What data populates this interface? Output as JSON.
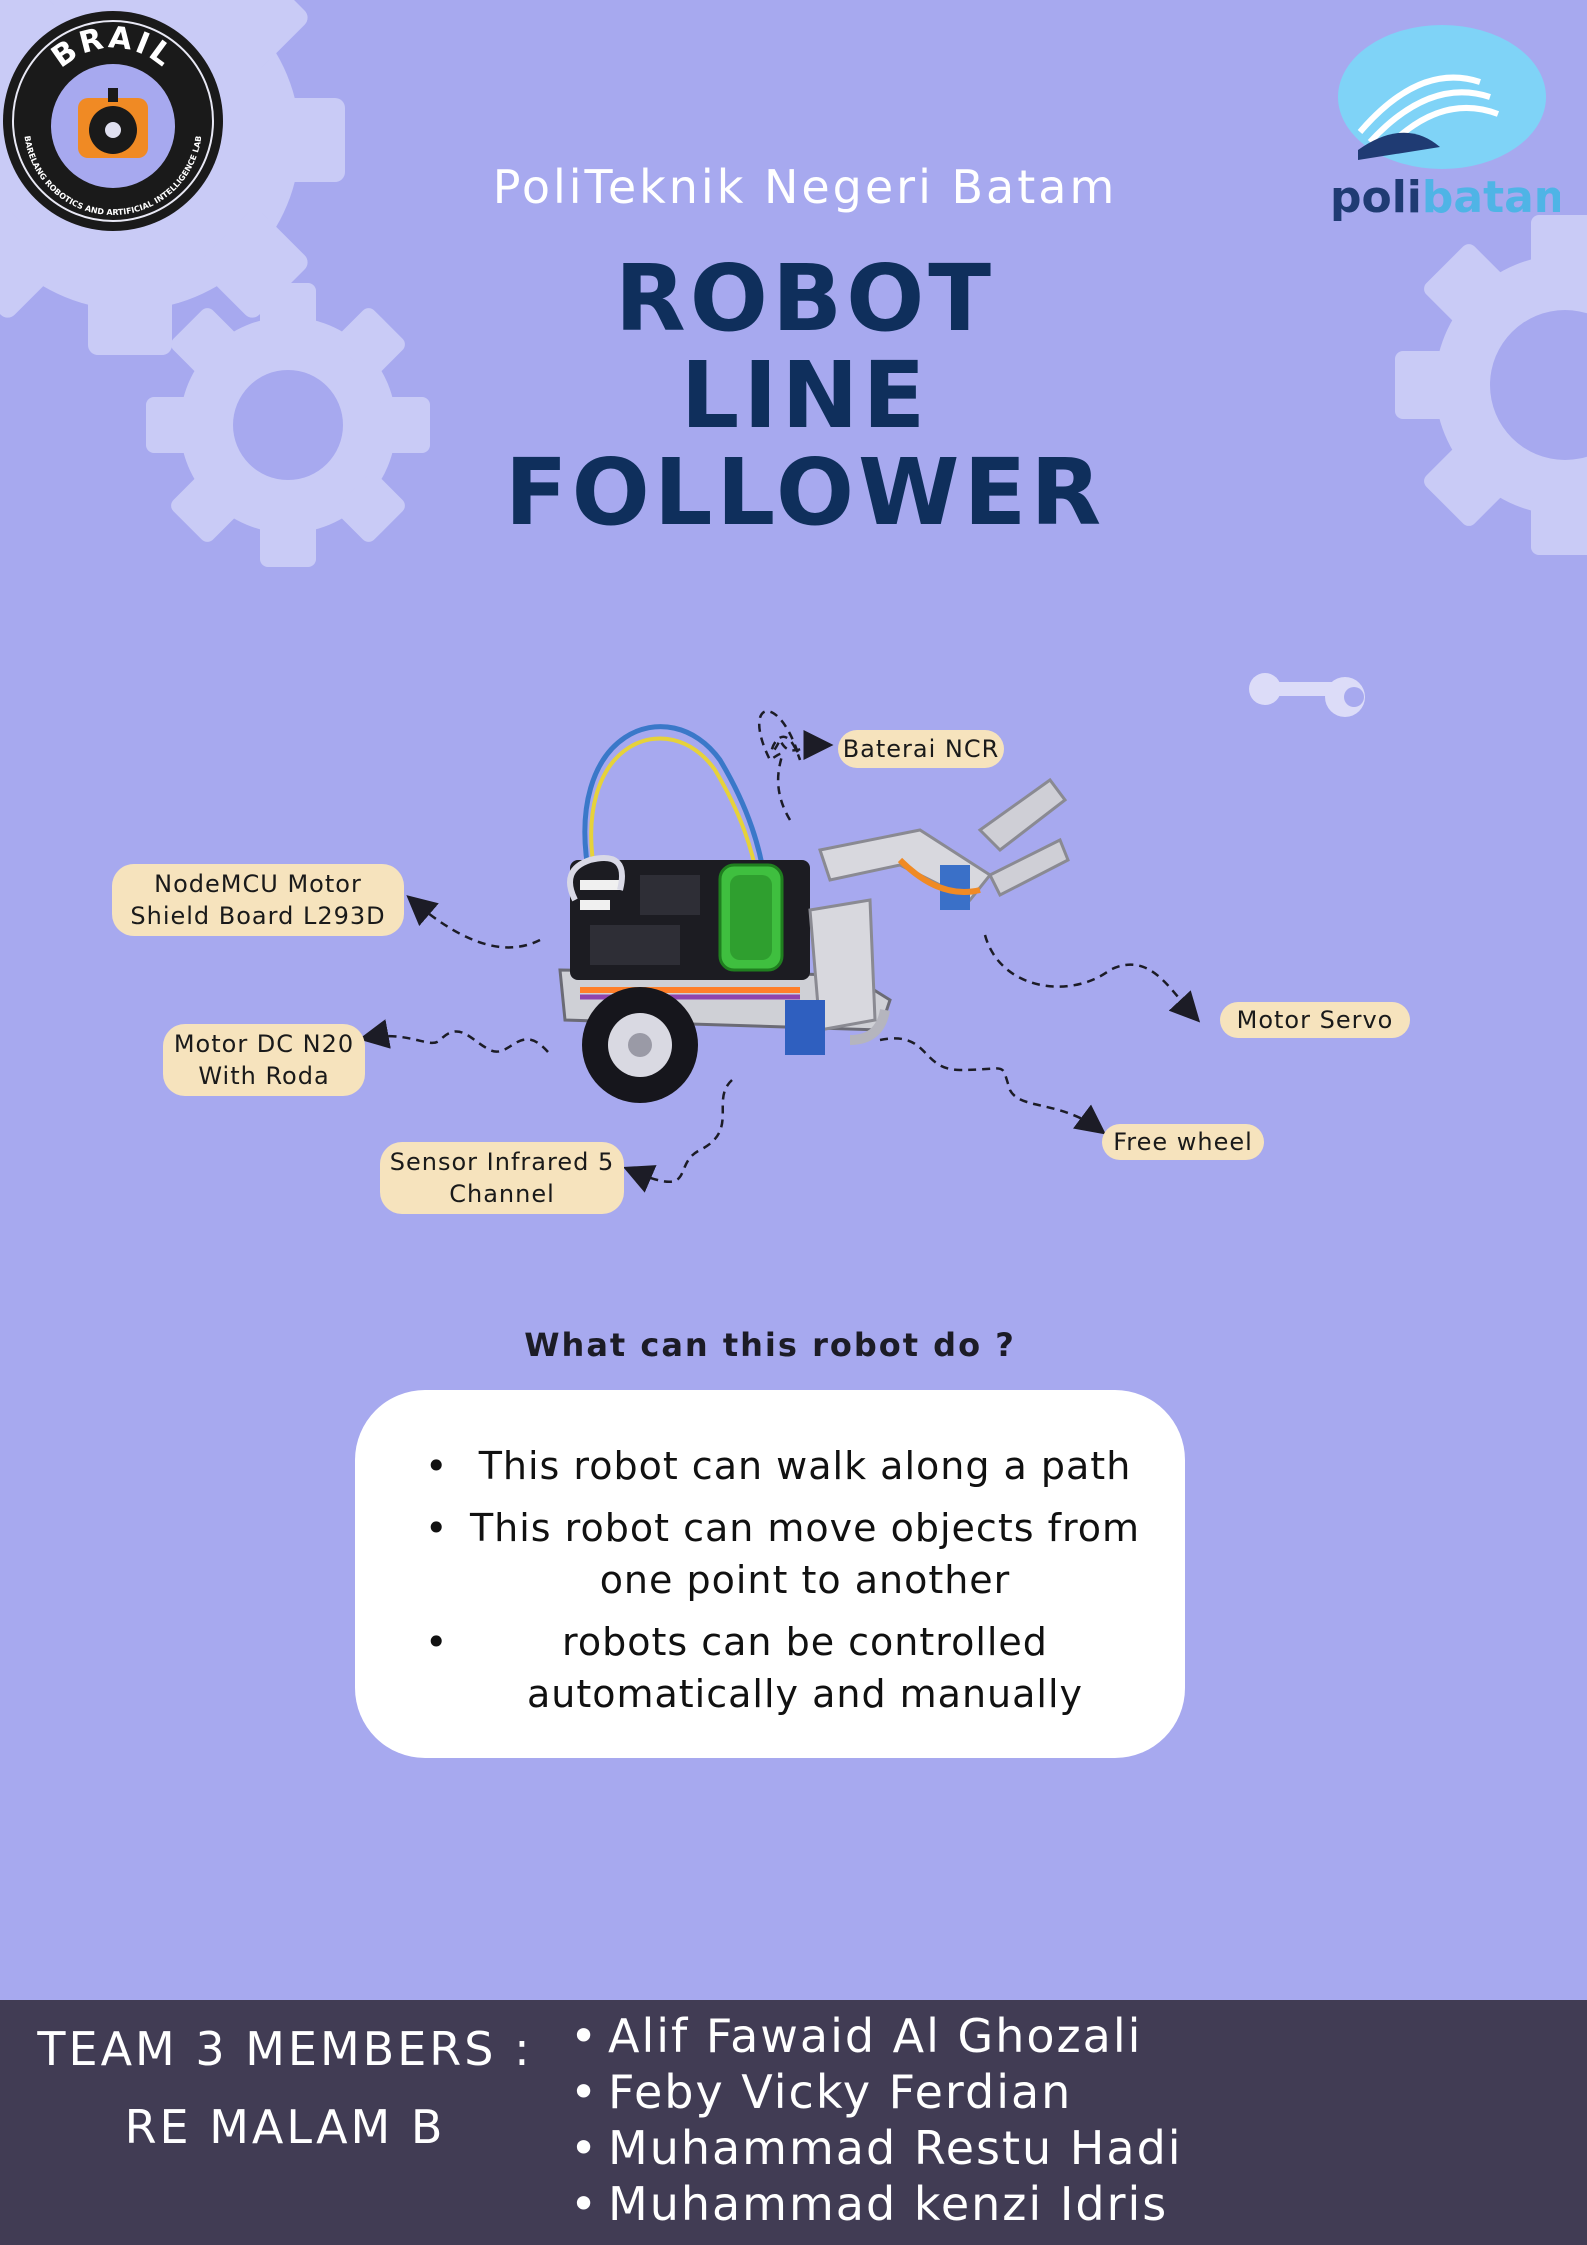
{
  "logos": {
    "brail": {
      "name": "BRAIL",
      "ring_text": "BARELANG ROBOTICS AND ARTIFICIAL INTELLIGENCE LAB",
      "colors": {
        "ring": "#1a1a1a",
        "inner": "#a7a9ef",
        "accent": "#f08a24"
      }
    },
    "polibatam": {
      "wordmark_left": "poli",
      "wordmark_right": "batam",
      "colors": {
        "left": "#1f3b73",
        "right": "#4fb4e6",
        "swoosh": "#7fd3f7"
      }
    }
  },
  "header": {
    "subtitle": "PoliTeknik Negeri Batam",
    "title_lines": [
      "ROBOT",
      "LINE",
      "FOLLOWER"
    ]
  },
  "diagram": {
    "labels": {
      "baterai": "Baterai NCR",
      "nodemcu": [
        "NodeMCU Motor",
        "Shield Board L293D"
      ],
      "motor_dc": [
        "Motor DC N20",
        "With Roda"
      ],
      "sensor": [
        "Sensor Infrared 5",
        "Channel"
      ],
      "servo": "Motor Servo",
      "free_wheel": "Free wheel"
    }
  },
  "capabilities": {
    "question": "What can this robot do ?",
    "items": [
      "This robot can walk along a path",
      "This robot can move objects from one point to another",
      "robots can be controlled automatically and manually"
    ]
  },
  "footer": {
    "team_label": [
      "TEAM 3 MEMBERS :",
      "RE MALAM B"
    ],
    "members": [
      "Alif Fawaid Al Ghozali",
      "Feby Vicky Ferdian",
      "Muhammad Restu Hadi",
      "Muhammad kenzi Idris"
    ]
  },
  "colors": {
    "background": "#a7a9ef",
    "gear": "#c9cbf6",
    "title": "#0f2f5c",
    "callout": "#f6e3bd",
    "footer": "#413c54"
  }
}
